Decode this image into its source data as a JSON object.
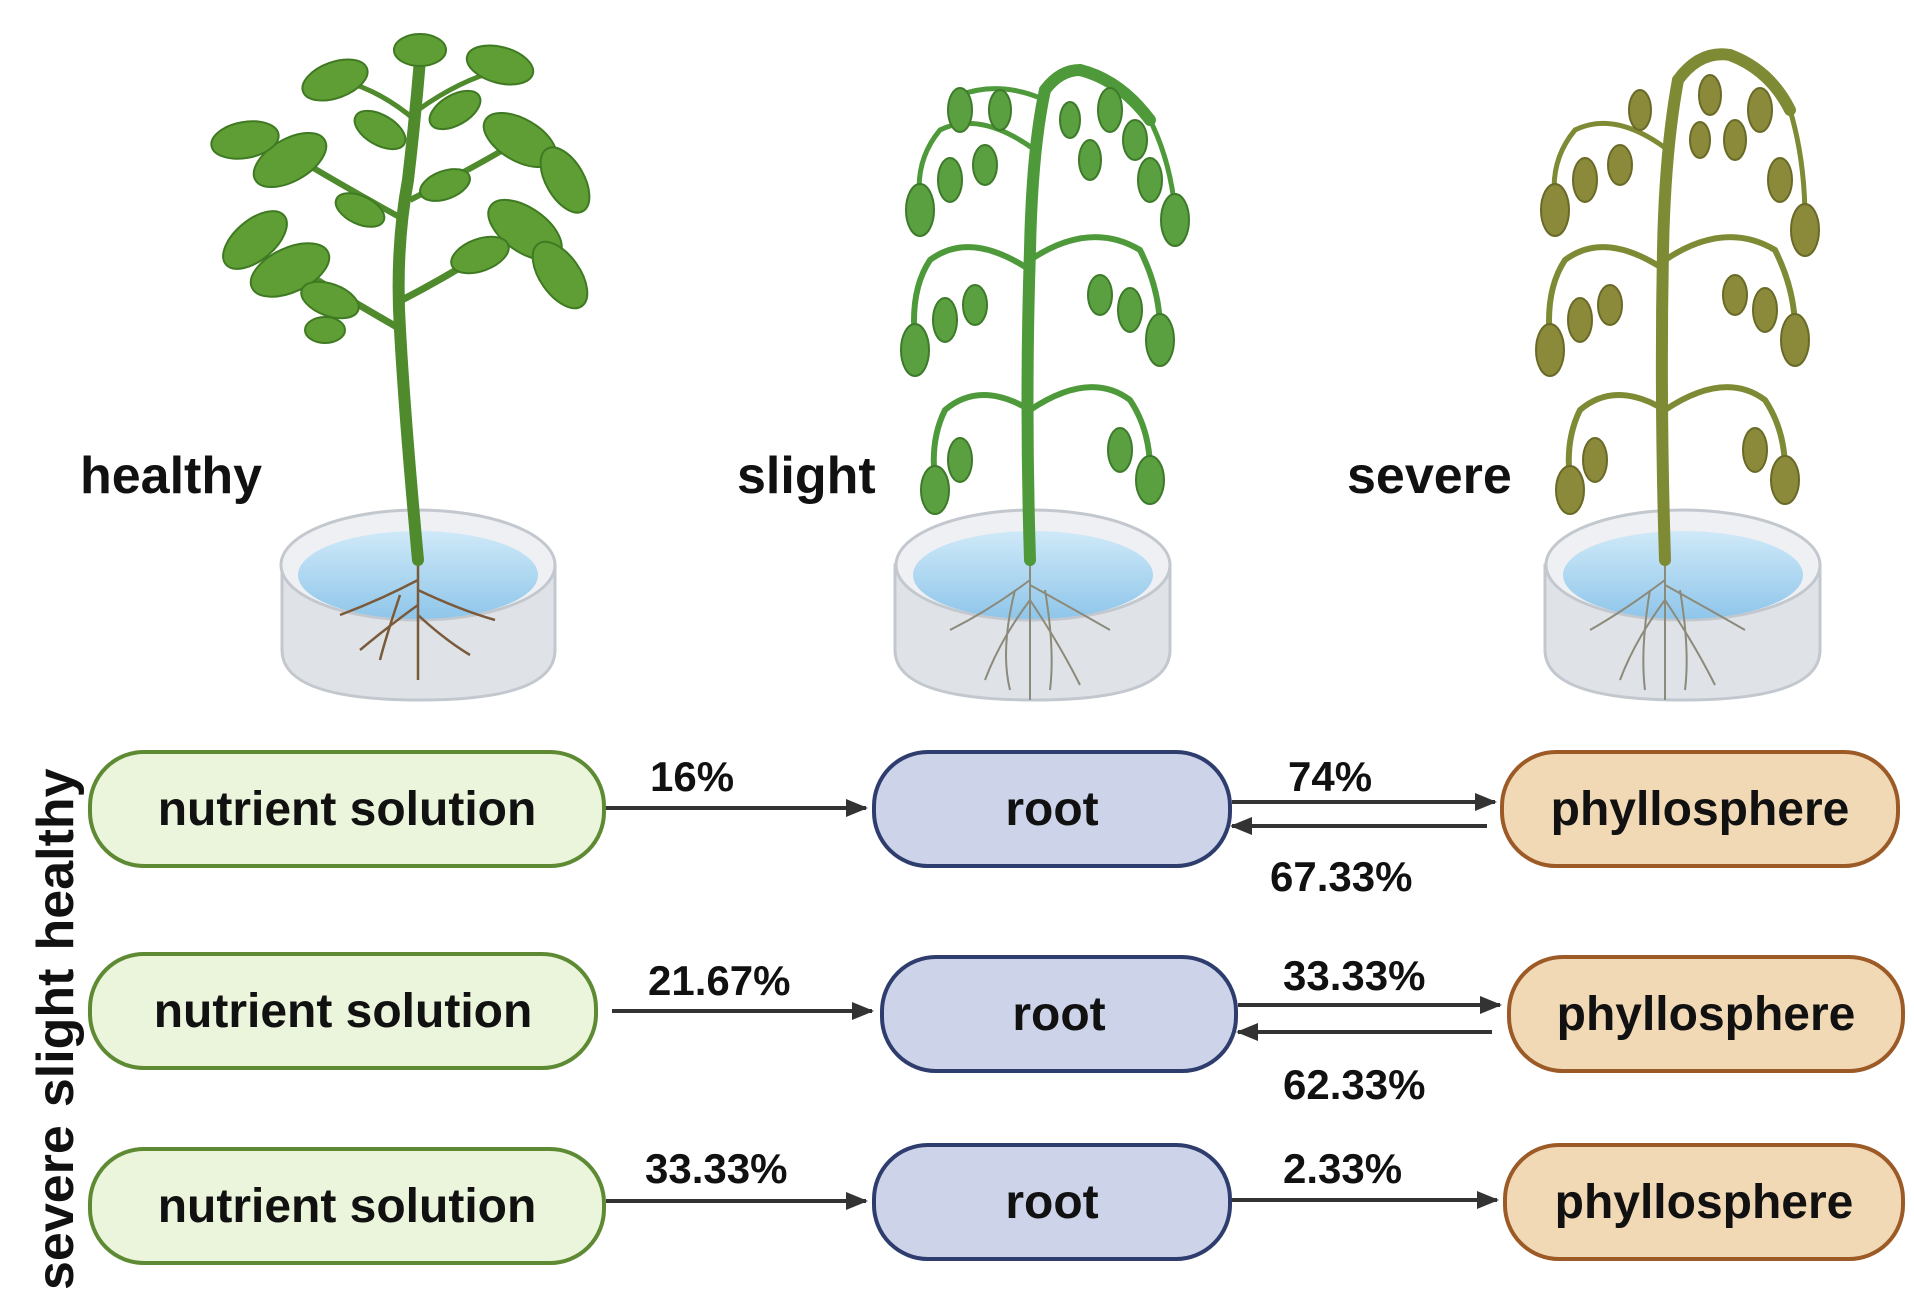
{
  "plants": [
    {
      "label": "healthy",
      "icon": "healthy-plant-icon",
      "leaf_color": "#5f9e35"
    },
    {
      "label": "slight",
      "icon": "slight-wilted-plant-icon",
      "leaf_color": "#5aa040"
    },
    {
      "label": "severe",
      "icon": "severe-wilted-plant-icon",
      "leaf_color": "#8a8a3a"
    }
  ],
  "row_axis": {
    "severe": "severe",
    "slight": "slight",
    "healthy": "healthy"
  },
  "rows": [
    {
      "condition": "healthy",
      "nutrient": "nutrient solution",
      "root": "root",
      "phyllosphere": "phyllosphere",
      "ns_to_root": "16%",
      "root_to_phyllo": "74%",
      "phyllo_to_root": "67.33%"
    },
    {
      "condition": "slight",
      "nutrient": "nutrient solution",
      "root": "root",
      "phyllosphere": "phyllosphere",
      "ns_to_root": "21.67%",
      "root_to_phyllo": "33.33%",
      "phyllo_to_root": "62.33%"
    },
    {
      "condition": "severe",
      "nutrient": "nutrient solution",
      "root": "root",
      "phyllosphere": "phyllosphere",
      "ns_to_root": "33.33%",
      "root_to_phyllo": "2.33%",
      "phyllo_to_root": ""
    }
  ],
  "colors": {
    "nutrient_fill": "#ebf5dc",
    "nutrient_border": "#5e8a34",
    "root_fill": "#cdd4ea",
    "root_border": "#2e3d6e",
    "phyllo_fill": "#f2d9b6",
    "phyllo_border": "#9c5a26",
    "water": "#a8d4ef",
    "dish": "#e3e6ea",
    "arrow": "#333333"
  }
}
